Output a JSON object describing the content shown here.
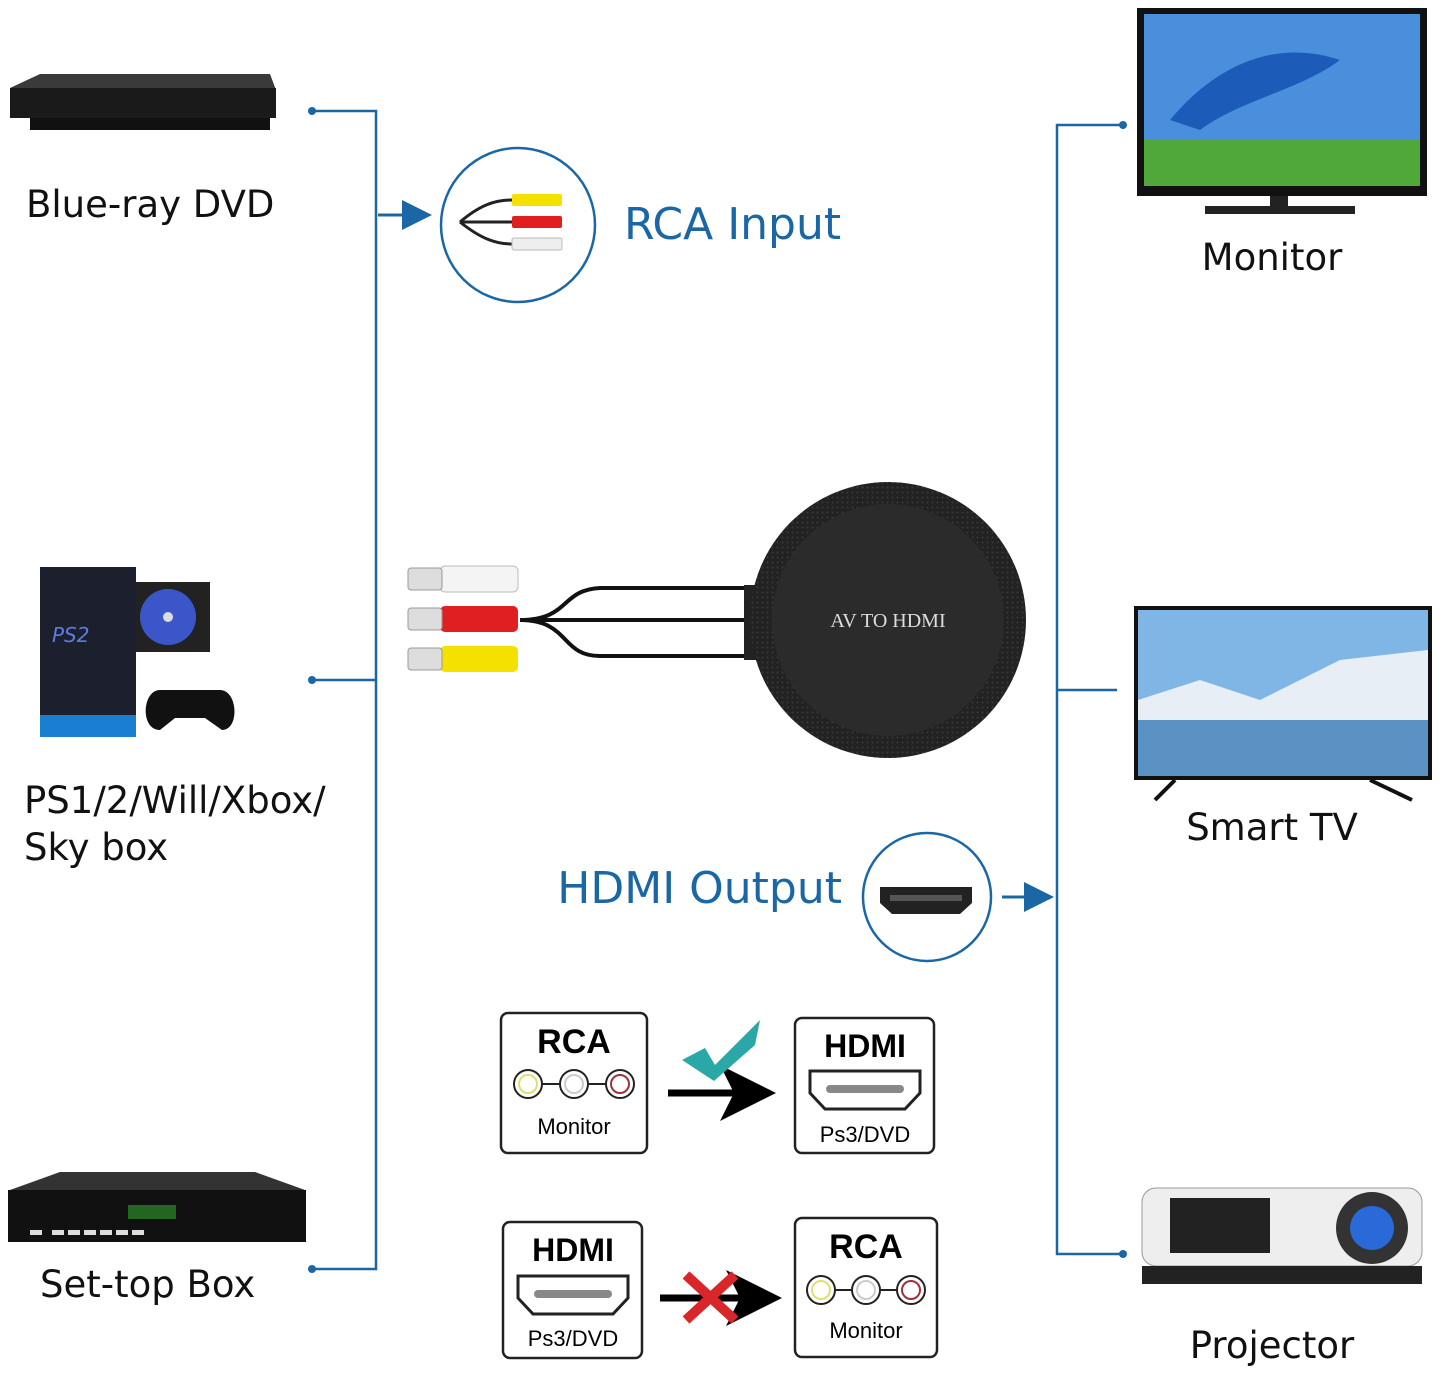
{
  "sources": [
    {
      "label": "Blue-ray DVD",
      "icon": "bluray-player-icon"
    },
    {
      "label_line1": "PS1/2/Will/Xbox/",
      "label_line2": "Sky box",
      "icon": "game-console-icon"
    },
    {
      "label": "Set-top Box",
      "icon": "set-top-box-icon"
    }
  ],
  "displays": [
    {
      "label": "Monitor",
      "icon": "monitor-icon"
    },
    {
      "label": "Smart TV",
      "icon": "smart-tv-icon"
    },
    {
      "label": "Projector",
      "icon": "projector-icon"
    }
  ],
  "rca_input": {
    "label": "RCA Input",
    "icon": "rca-plug-icon"
  },
  "hdmi_output": {
    "label": "HDMI Output",
    "icon": "hdmi-port-icon"
  },
  "device": {
    "label": "AV TO HDMI"
  },
  "compatibility": [
    {
      "from_title": "RCA",
      "from_sub": "Monitor",
      "to_title": "HDMI",
      "to_sub": "Ps3/DVD",
      "supported": true
    },
    {
      "from_title": "HDMI",
      "from_sub": "Ps3/DVD",
      "to_title": "RCA",
      "to_sub": "Monitor",
      "supported": false
    }
  ],
  "colors": {
    "accent": "#1b67a6",
    "check": "#2aa8a8",
    "cross": "#d9262b",
    "rca_yellow": "#f5e100",
    "rca_red": "#e02020",
    "rca_white": "#f2f2f2"
  }
}
